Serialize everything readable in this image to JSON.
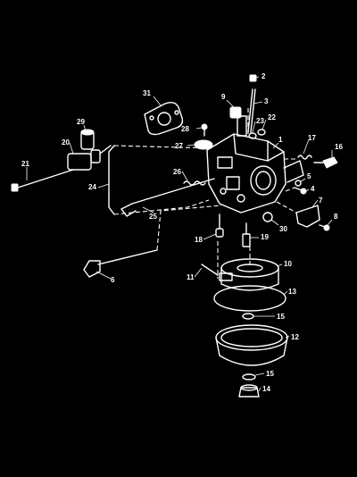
{
  "diagram": {
    "background": "#000000",
    "ink": "#ffffff",
    "callouts": [
      "2",
      "3",
      "9",
      "31",
      "23",
      "22",
      "28",
      "29",
      "20",
      "27",
      "1",
      "17",
      "16",
      "21",
      "26",
      "5",
      "4",
      "24",
      "25",
      "7",
      "8",
      "18",
      "19",
      "30",
      "11",
      "10",
      "6",
      "13",
      "15",
      "12",
      "15",
      "14"
    ]
  }
}
